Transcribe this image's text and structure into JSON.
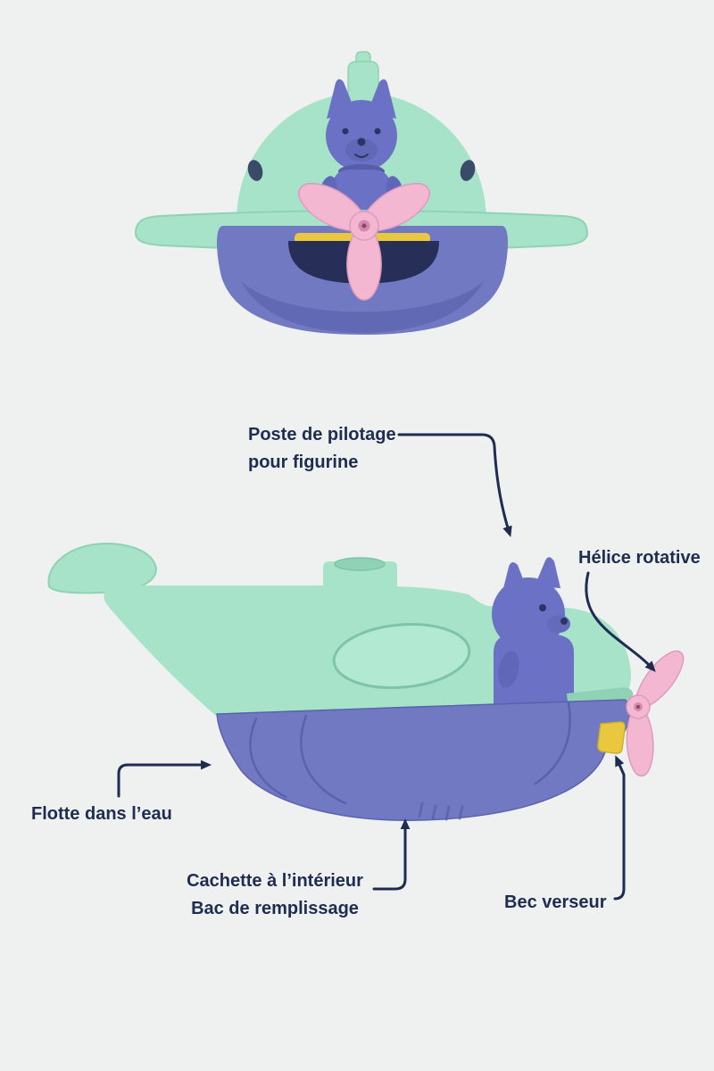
{
  "page": {
    "background_color": "#eff1f0",
    "text_color": "#1f2c51"
  },
  "palette": {
    "mint": "#a6e3c9",
    "mint_light": "#b2e9d2",
    "mint_shade": "#7ec4a8",
    "mint_far": "#8fd2b6",
    "purple": "#7079c1",
    "purple_shade": "#5a62ad",
    "figurine_purple": "#6b71c4",
    "figurine_dark": "#575da9",
    "pink": "#f3b7d2",
    "pink_shade": "#d687ad",
    "yellow": "#e9c83f",
    "navy": "#1f2c51",
    "opening_dark": "#272f58"
  },
  "annotations": {
    "cockpit": {
      "line1": "Poste de pilotage",
      "line2": "pour figurine"
    },
    "propeller": {
      "label": "Hélice rotative"
    },
    "float": {
      "label": "Flotte dans l’eau"
    },
    "hideout": {
      "line1": "Cachette à l’intérieur",
      "line2": "Bac de remplissage"
    },
    "spout": {
      "label": "Bec verseur"
    }
  }
}
